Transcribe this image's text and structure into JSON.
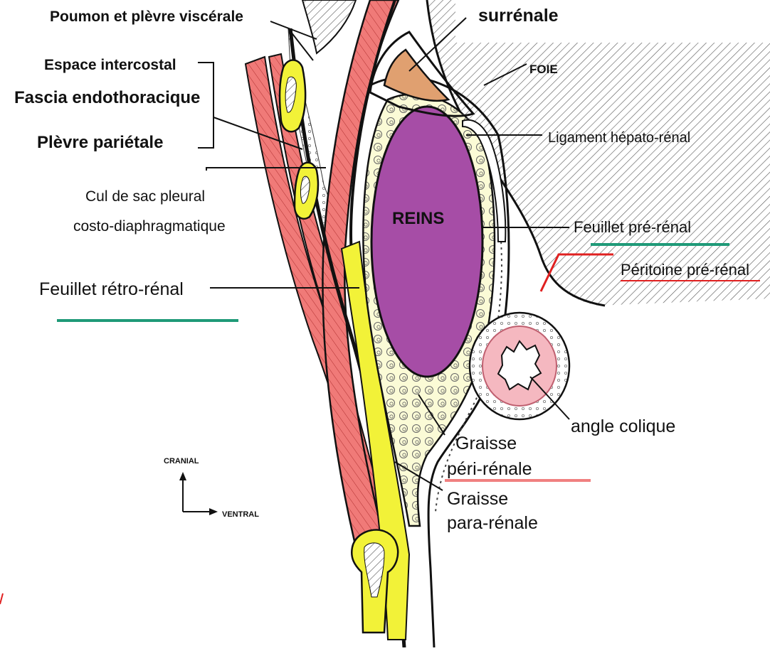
{
  "labels": {
    "poumon": "Poumon et plèvre viscérale",
    "surrenale": "surrénale",
    "foie": "FOIE",
    "espace_intercostal": "Espace intercostal",
    "fascia": "Fascia endothoracique",
    "plevre_parietale": "Plèvre pariétale",
    "ligament": "Ligament hépato-rénal",
    "cul_de_sac_1": "Cul de sac pleural",
    "cul_de_sac_2": "costo-diaphragmatique",
    "reins": "REINS",
    "feuillet_pre": "Feuillet pré-rénal",
    "peritoine": "Péritoine pré-rénal",
    "feuillet_retro": "Feuillet rétro-rénal",
    "angle_colique": "angle colique",
    "graisse_peri_1": "Graisse",
    "graisse_peri_2": "péri-rénale",
    "graisse_para_1": "Graisse",
    "graisse_para_2": "para-rénale",
    "cranial": "CRANIAL",
    "ventral": "VENTRAL"
  },
  "colors": {
    "muscle": "#f07a78",
    "bone": "#f2f238",
    "kidney": "#a64da6",
    "adrenal": "#e0a070",
    "fat": "#fbfbd6",
    "colon": "#f5b8c0",
    "underline_green": "#1f9a78",
    "underline_red": "#e02020",
    "underline_pink": "#f08080"
  }
}
